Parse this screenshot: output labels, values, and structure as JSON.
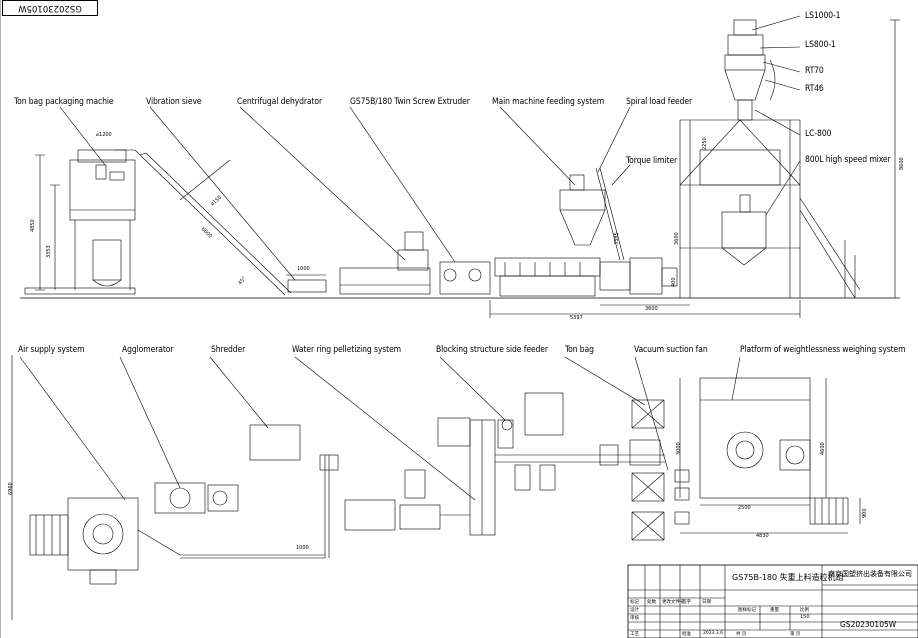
{
  "corner_stamp": "GS20230105W",
  "side_view": {
    "labels": [
      "Ton bag packaging machie",
      "Vibration sieve",
      "Centrifugal dehydrator",
      "GS75B/180 Twin Screw Extruder",
      "Main machine feeding system",
      "Spiral load feeder",
      "Torque limiter",
      "LS1000-1",
      "LS800-1",
      "RT70",
      "RT46",
      "LC-800",
      "800L high speed mixer"
    ],
    "dimensions": {
      "bag_width": "⌀1200",
      "height_left": "4850",
      "height_left_inner": "3353",
      "pipe_dia": "⌀150",
      "conveyor_len": "6000",
      "angle": "45°",
      "sieve_len": "1000",
      "feeder_h": "3385",
      "mixer_h": "3600",
      "tower_h": "8600",
      "tower_side": "2250",
      "extruder_len": "3600",
      "total_len": "5397",
      "small": "400"
    }
  },
  "plan_view": {
    "labels": [
      "Air supply system",
      "Agglomerator",
      "Shredder",
      "Water ring pelletizing system",
      "Blocking structure side feeder",
      "Ton bag",
      "Vacuum suction fan",
      "Platform of weightlessness weighing system"
    ],
    "dimensions": {
      "overall_height": "6960",
      "pipe_len": "1000",
      "platform_w": "2500",
      "platform_total": "4830",
      "platform_h": "4600",
      "stair_w": "900",
      "side": "3000"
    }
  },
  "title_block": {
    "drawing_title": "GS75B-180 失重上料造粒机组",
    "company": "南京国塑挤出装备有限公司",
    "drawing_no": "GS20230105W",
    "scale": "150",
    "date": "2023.3.6",
    "sheet_a": "共  页",
    "sheet_b": "第  页",
    "row_labels": [
      "标记",
      "处数",
      "更改文件号",
      "签字",
      "日期",
      "设计",
      "审核",
      "工艺",
      "批准"
    ],
    "cols": [
      "图样标记",
      "重量",
      "比例"
    ]
  }
}
